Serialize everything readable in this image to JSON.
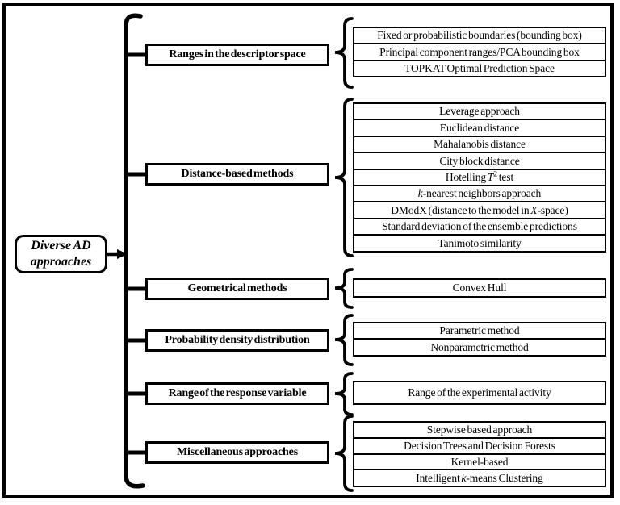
{
  "figure": {
    "root_box": {
      "line1": "Diverse AD",
      "line2": "approaches"
    },
    "categories": [
      "Ranges in the descriptor space",
      "Distance-based methods",
      "Geometrical methods",
      "Probability density distribution",
      "Range of the response variable",
      "Miscellaneous approaches"
    ],
    "groups": {
      "ranges": [
        "Fixed or probabilistic boundaries (bounding box)",
        "Principal component ranges/PCA bounding box",
        "TOPKAT Optimal Prediction Space"
      ],
      "distance": [
        "Leverage approach",
        "Euclidean distance",
        "Mahalanobis distance",
        "City block distance",
        {
          "pre": "Hotelling ",
          "var": "T",
          "sup": "2",
          "post": " test"
        },
        {
          "pre": "",
          "var": "k",
          "post": "-nearest neighbors approach"
        },
        {
          "pre": "DModX (distance to the model in ",
          "var": "X",
          "post": "-space)"
        },
        "Standard deviation of the ensemble predictions",
        "Tanimoto similarity"
      ],
      "geometrical": [
        "Convex Hull"
      ],
      "probability": [
        "Parametric method",
        "Nonparametric method"
      ],
      "response": [
        "Range of the experimental activity"
      ],
      "misc": [
        "Stepwise based approach",
        "Decision Trees and Decision Forests",
        "Kernel-based",
        {
          "pre": "Intelligent ",
          "var": "k",
          "post": "-means Clustering"
        }
      ]
    },
    "colors": {
      "ink": "#000000",
      "background": "#ffffff"
    }
  }
}
